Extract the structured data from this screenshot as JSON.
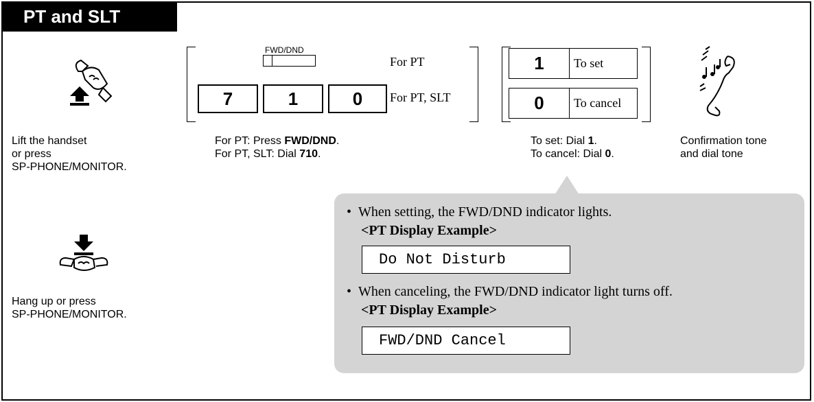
{
  "header": {
    "title": "PT and SLT"
  },
  "steps": {
    "lift": {
      "line1": "Lift the handset",
      "line2": "or press",
      "line3": "SP-PHONE/MONITOR."
    },
    "dial": {
      "fwd_button_label": "FWD/DND",
      "for_pt": "For PT",
      "for_pt_slt": "For PT, SLT",
      "keys": [
        "7",
        "1",
        "0"
      ],
      "caption1_prefix": "For PT: Press ",
      "caption1_bold": "FWD/DND",
      "caption1_suffix": ".",
      "caption2_prefix": "For PT, SLT: Dial ",
      "caption2_bold": "710",
      "caption2_suffix": "."
    },
    "option": {
      "set_key": "1",
      "set_label": "To set",
      "cancel_key": "0",
      "cancel_label": "To cancel",
      "caption1_prefix": "To set: Dial ",
      "caption1_bold": "1",
      "caption1_suffix": ".",
      "caption2_prefix": "To cancel: Dial ",
      "caption2_bold": "0",
      "caption2_suffix": "."
    },
    "confirm": {
      "line1": "Confirmation tone",
      "line2": "and dial tone"
    },
    "hangup": {
      "line1": "Hang up or press",
      "line2": "SP-PHONE/MONITOR."
    }
  },
  "note": {
    "bullet1": "When setting, the FWD/DND indicator lights.",
    "example1_heading": "<PT Display Example>",
    "display1": "Do Not Disturb",
    "bullet2": "When canceling, the FWD/DND indicator light turns off.",
    "example2_heading": "<PT Display Example>",
    "display2": "FWD/DND Cancel"
  }
}
